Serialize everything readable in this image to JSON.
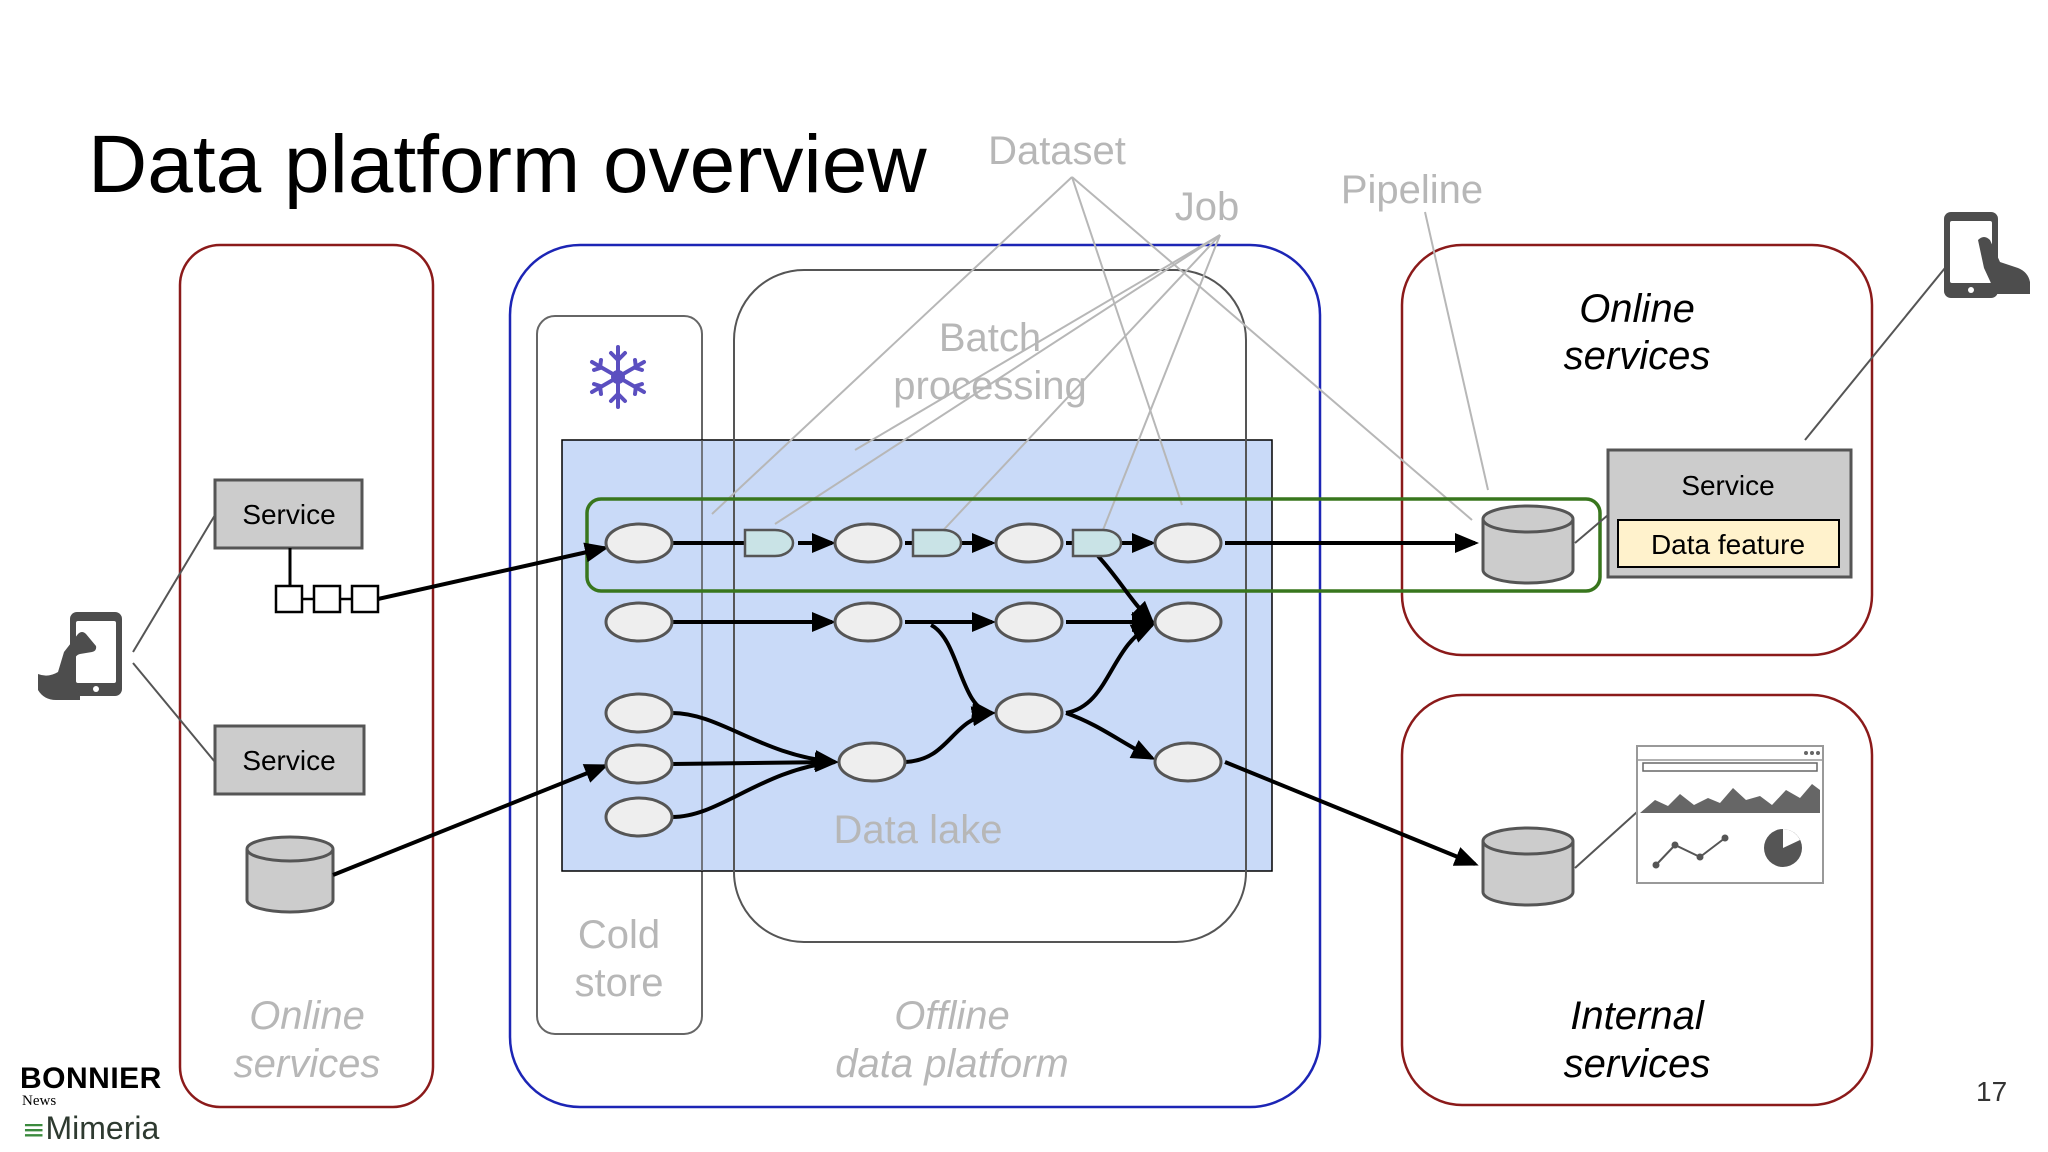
{
  "slide": {
    "title": "Data platform overview",
    "page_number": "17"
  },
  "annotations": {
    "dataset": "Dataset",
    "job": "Job",
    "pipeline": "Pipeline"
  },
  "left_panel": {
    "label_line1": "Online",
    "label_line2": "services",
    "service_top": "Service",
    "service_bottom": "Service"
  },
  "platform": {
    "label_line1": "Offline",
    "label_line2": "data platform",
    "batch_line1": "Batch",
    "batch_line2": "processing",
    "cold_line1": "Cold",
    "cold_line2": "store",
    "data_lake": "Data lake",
    "snowflake_icon": "snowflake-icon"
  },
  "online_right": {
    "label_line1": "Online",
    "label_line2": "services",
    "service": "Service",
    "feature": "Data feature"
  },
  "internal": {
    "label_line1": "Internal",
    "label_line2": "services"
  },
  "branding": {
    "name": "BONNIER",
    "sub": "News",
    "mimeria": "Mimeria"
  },
  "colors": {
    "panel_red": "#8b1a1a",
    "platform_blue": "#1c25b5",
    "lake_fill": "#c9daf8",
    "pipeline_green": "#38761d",
    "feature_yellow": "#fff2cc",
    "gray_text": "#b7b7b7",
    "snowflake": "#5b4fc0"
  }
}
